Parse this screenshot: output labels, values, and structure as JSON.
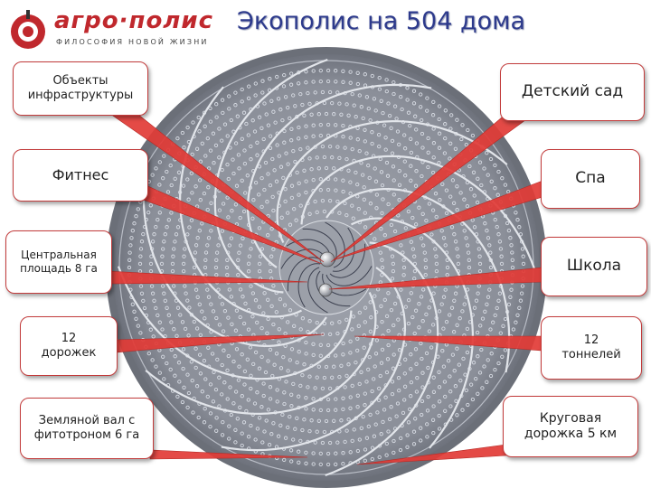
{
  "header": {
    "logo_name": "агро·полис",
    "logo_tagline": "ФИЛОСОФИЯ НОВОЙ ЖИЗНИ",
    "title": "Экополис на 504 дома"
  },
  "colors": {
    "title": "#2d3a8c",
    "logo_red": "#c0282d",
    "callout_border": "#c23b3b",
    "pointer": "#e23b36",
    "disk": "#8f939d",
    "house_dot": "#d7dbe3"
  },
  "callouts": {
    "infrastructure": "Объекты\nинфраструктуры",
    "fitness": "Фитнес",
    "central_square": "Центральная\nплощадь 8 га",
    "paths": "12\nдорожек",
    "earth_rampart": "Земляной вал с\nфитотроном 6 га",
    "kindergarten": "Детский сад",
    "spa": "Спа",
    "school": "Школа",
    "tunnels": "12\nтоннелей",
    "ring_path": "Круговая\nдорожка 5 км"
  }
}
